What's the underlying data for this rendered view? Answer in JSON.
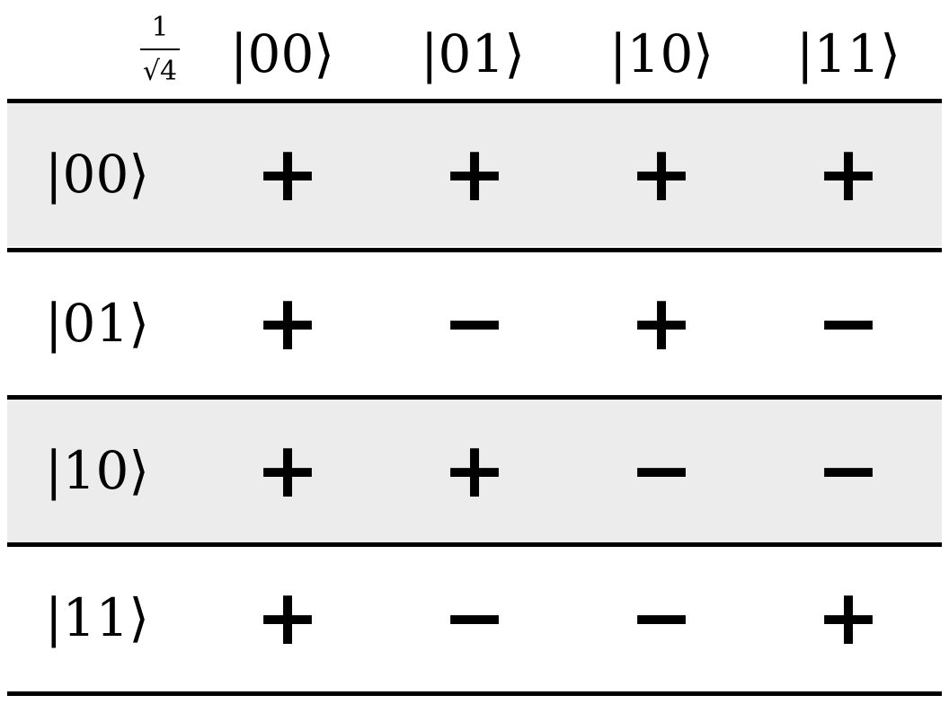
{
  "factor": {
    "numerator": "1",
    "denominator": "√4"
  },
  "columns": [
    "|00⟩",
    "|01⟩",
    "|10⟩",
    "|11⟩"
  ],
  "rows": [
    {
      "label": "|00⟩",
      "signs": [
        "+",
        "+",
        "+",
        "+"
      ]
    },
    {
      "label": "|01⟩",
      "signs": [
        "+",
        "−",
        "+",
        "−"
      ]
    },
    {
      "label": "|10⟩",
      "signs": [
        "+",
        "+",
        "−",
        "−"
      ]
    },
    {
      "label": "|11⟩",
      "signs": [
        "+",
        "−",
        "−",
        "+"
      ]
    }
  ]
}
